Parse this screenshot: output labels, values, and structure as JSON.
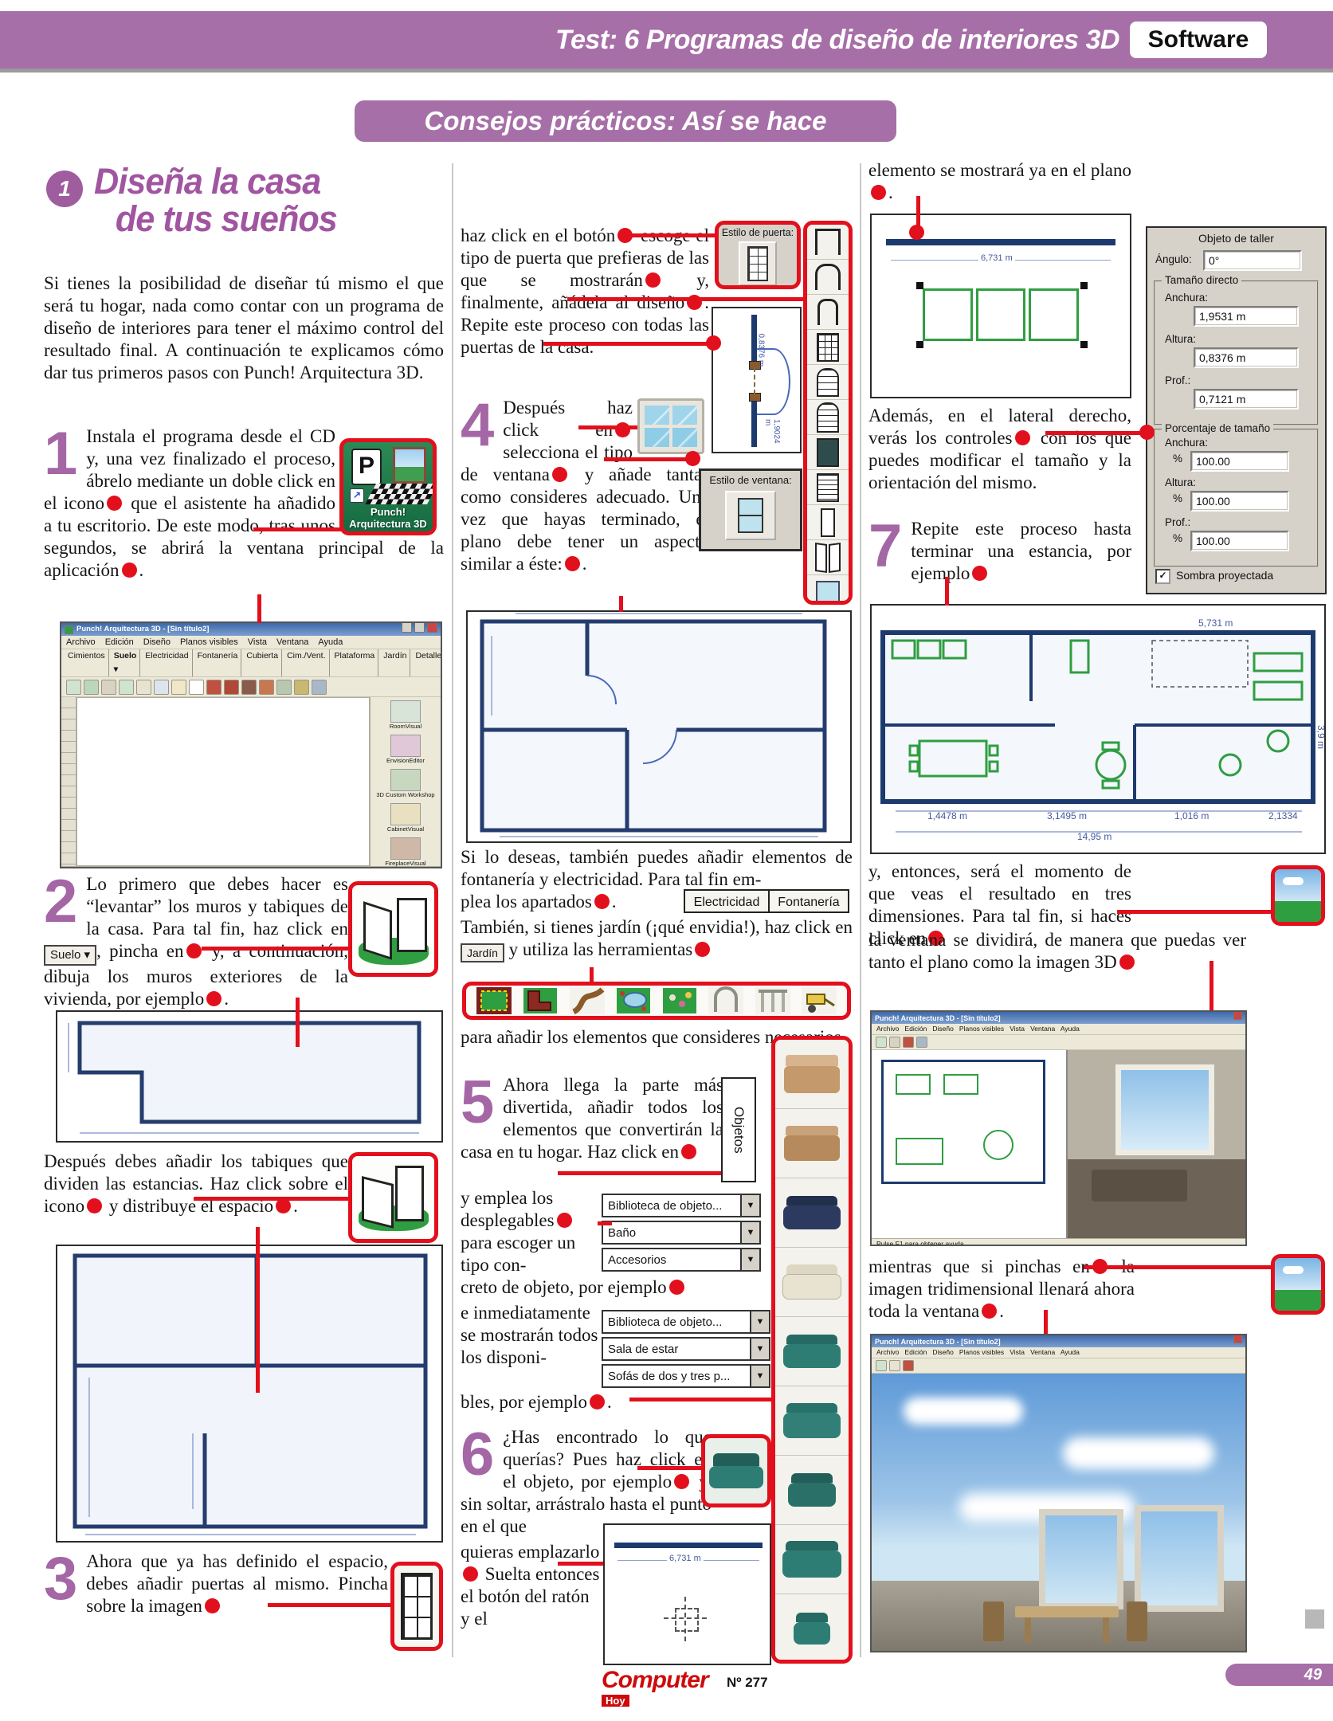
{
  "colors": {
    "purple": "#a76fa7",
    "accent_red": "#e2101c",
    "plan_blue": "#1d3a6e",
    "furniture_green": "#2f9e41"
  },
  "header": {
    "title": "Test: 6 Programas de diseño de interiores 3D",
    "badge": "Software"
  },
  "banner": {
    "text": "Consejos prácticos: Así se hace"
  },
  "footer": {
    "logo_top": "Computer",
    "logo_bottom": "Hoy",
    "issue": "Nº 277",
    "page_number": "49"
  },
  "col1": {
    "section": {
      "num": "1",
      "title1": "Diseña la casa",
      "title2": "de tus sueños"
    },
    "intro": "Si tienes la posibilidad de diseñar tú mismo el que será tu hogar, nada como contar con un programa de diseño de interiores para tener el máximo control del resultado final. A continuación te explicamos cómo dar tus primeros pasos con Punch! Arquitectura 3D.",
    "step1": {
      "num": "1",
      "a": "Instala el programa desde el CD y, una vez finalizado el proceso, ábrelo mediante un doble click en el icono",
      "b": "que el asistente ha añadido a tu escritorio. De este modo, tras unos segundos, se abrirá la ventana principal de la aplicación",
      "end": "."
    },
    "punch_icon": {
      "line1": "Punch!",
      "line2": "Arquitectura 3D"
    },
    "app_window": {
      "title": "Punch! Arquitectura 3D - [Sin título2]",
      "menus": [
        "Archivo",
        "Edición",
        "Diseño",
        "Planos visibles",
        "Vista",
        "Ventana",
        "Ayuda"
      ],
      "menu_line": "Archivo   Edición   Diseño   Planos visibles   Vista   Ventana   Ayuda",
      "tabs": [
        "Cimientos",
        "Suelo ▾",
        "Electricidad",
        "Fontanería",
        "Cubierta",
        "Cim./Vent.",
        "Plataforma",
        "Jardín",
        "Detalle"
      ],
      "panel_tools": [
        "RoomVisual",
        "EnvisionEditor",
        "3D Custom Workshop",
        "CabinetVisual",
        "FireplaceVisual"
      ],
      "status": "Pulse F1 para obtener ayuda"
    },
    "step2": {
      "num": "2",
      "a": "Lo primero que debes hacer es “levantar” los muros y tabiques de la casa. Para tal fin, haz click en",
      "btn": "Suelo",
      "b": ", pincha en",
      "c": "y, a continuación, dibuja los muros exteriores de la vivienda, por ejemplo",
      "end": "."
    },
    "tabiques": {
      "a": "Después debes añadir los tabiques que dividen las estancias. Haz click sobre el icono",
      "b": "y distribuye el espacio",
      "end": "."
    },
    "step3": {
      "num": "3",
      "a": "Ahora que ya has definido el espacio, debes añadir puertas al mismo. Pincha sobre la imagen"
    }
  },
  "col2": {
    "p1": {
      "a": "haz click en el botón",
      "b": "escoge el tipo de puerta que prefieras de las que se mostrarán",
      "c": "y, finalmente, añádela al diseño",
      "d": ". Repite este proceso con todas las puertas de la casa."
    },
    "estilo_puerta": {
      "label": "Estilo de puerta:"
    },
    "plan_detail": {
      "dim1": "0,8376 m",
      "dim2": "1,9024 m"
    },
    "step4": {
      "num": "4",
      "a": "Después haz click en",
      "b": "selecciona el tipo de ventana",
      "c": "y añade tantas como consideres adecuado. Una vez que hayas terminado, el plano debe tener un aspecto similar a éste:",
      "end": "."
    },
    "estilo_ventana": {
      "label": "Estilo de ventana:"
    },
    "fontaneria": {
      "a": "Si lo deseas, también puedes añadir elementos de fontanería y electricidad. Para tal fin em-",
      "b": "plea los apartados",
      "end": ".",
      "btn1": "Electricidad",
      "btn2": "Fontanería",
      "c": "También, si tienes jardín (¡qué envidia!), haz click en",
      "btn3": "Jardín",
      "d": "y utiliza las herramientas"
    },
    "tools_after": "para añadir los elementos que consideres necesarios.",
    "step5": {
      "num": "5",
      "a": "Ahora llega la parte más divertida, añadir todos los elementos que convertirán la casa en tu hogar. Haz click en",
      "b1": "y emplea los desplegables",
      "b2": "para escoger un tipo con-",
      "c": "creto de objeto, por ejemplo",
      "d": "e inmediatamente se mostrarán todos los disponi-",
      "e": "bles, por ejemplo",
      "end": "."
    },
    "objetos_tab": "Objetos",
    "dropdowns1": {
      "d1": "Biblioteca de objeto...",
      "d2": "Baño",
      "d3": "Accesorios"
    },
    "dropdowns2": {
      "d1": "Biblioteca de objeto...",
      "d2": "Sala de estar",
      "d3": "Sofás de dos y tres p..."
    },
    "step6": {
      "num": "6",
      "a": "¿Has encontrado lo que querías? Pues haz click en el objeto, por ejemplo",
      "b": "y, sin soltar, arrástralo hasta el punto en el que",
      "c": "quieras emplazarlo",
      "d": "Suelta entonces el botón del ratón y el"
    },
    "small_plan": {
      "dim": "6,731 m"
    }
  },
  "col3": {
    "p1": {
      "a": "elemento se mostrará ya en el plano",
      "end": "."
    },
    "cabinet_plan": {
      "dim": "6,731 m"
    },
    "p2": {
      "a": "Además, en el lateral derecho, verás los controles",
      "b": "con los que puedes modificar el tamaño y la orientación del mismo."
    },
    "taller_panel": {
      "title": "Objeto de taller",
      "angulo_label": "Ángulo:",
      "angulo_value": "0°",
      "group1": "Tamaño directo",
      "anchura": "Anchura:",
      "altura": "Altura:",
      "prof": "Prof.:",
      "anchura_value": "1,9531 m",
      "altura_value": "0,8376 m",
      "prof_value": "0,7121 m",
      "group2": "Porcentaje de tamaño",
      "pct": "%",
      "anchura_pct": "100.00",
      "altura_pct": "100.00",
      "prof_pct": "100.00",
      "sombra": "Sombra proyectada"
    },
    "step7": {
      "num": "7",
      "a": "Repite este proceso hasta terminar una estancia, por ejemplo"
    },
    "big_plan": {
      "top": "5,731 m",
      "d1": "1,4478 m",
      "d2": "3,1495 m",
      "d3": "1,016 m",
      "d4": "2,1334",
      "total": "14,95 m",
      "right": "3,9 m"
    },
    "p3": {
      "a": "y, entonces, será el momento de que veas el resultado en tres dimensiones. Para tal fin, si haces click en",
      "b": "la ventana se dividirá, de manera que puedas ver tanto el plano como la imagen 3D"
    },
    "p4": {
      "a": "mientras que si pinchas en",
      "b": "la imagen tridimensional llenará ahora toda la ventana",
      "end": "."
    }
  }
}
